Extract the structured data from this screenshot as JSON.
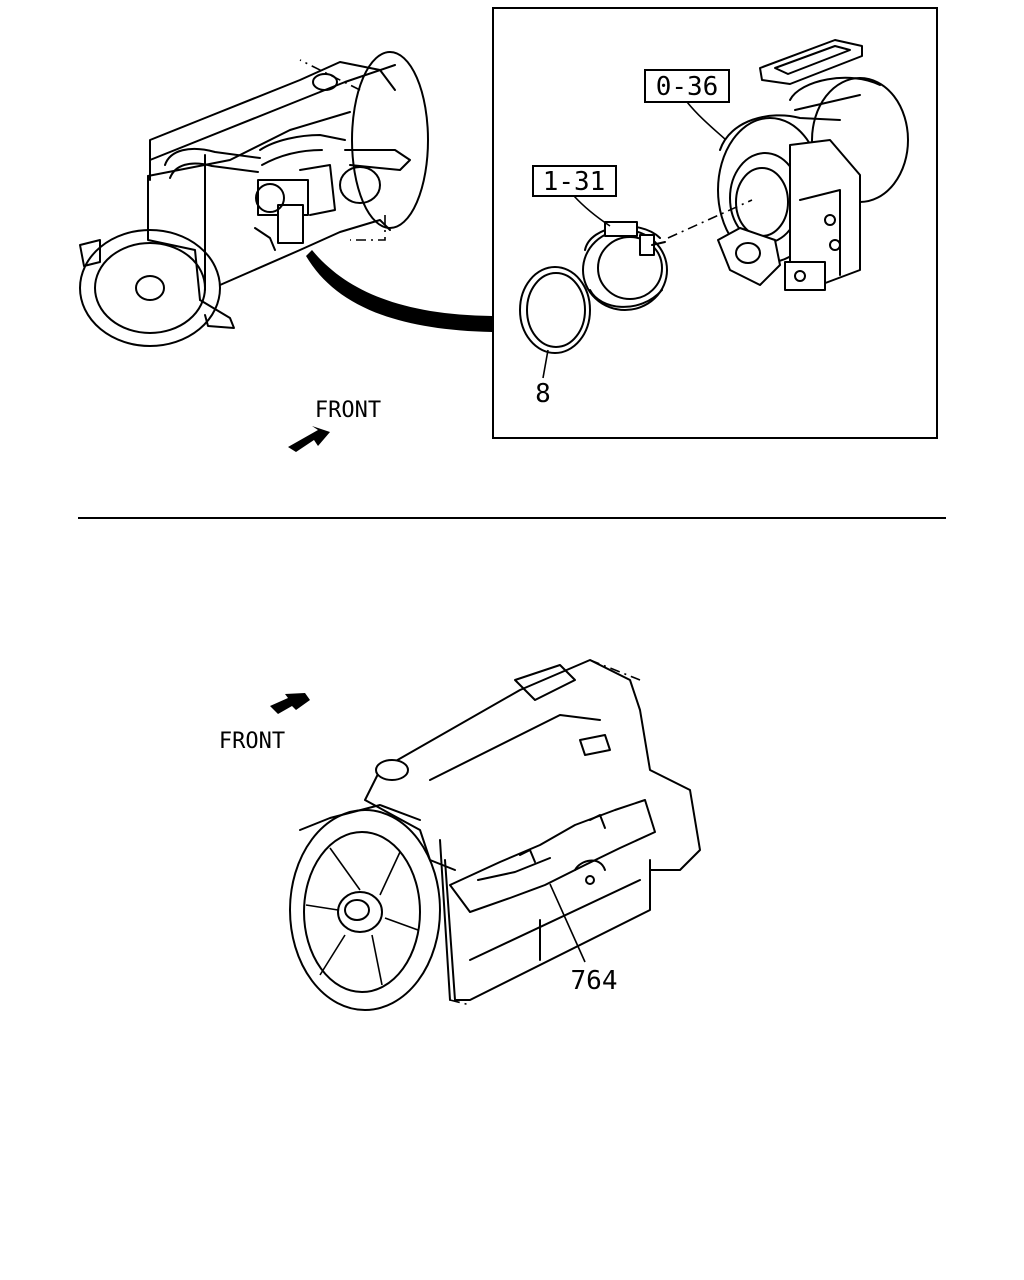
{
  "top_view": {
    "front_label": "FRONT",
    "callouts": {
      "turbocharger": "0-36",
      "clamp": "1-31",
      "gasket": "8"
    }
  },
  "bottom_view": {
    "front_label": "FRONT",
    "callouts": {
      "heat_shield": "764"
    }
  }
}
